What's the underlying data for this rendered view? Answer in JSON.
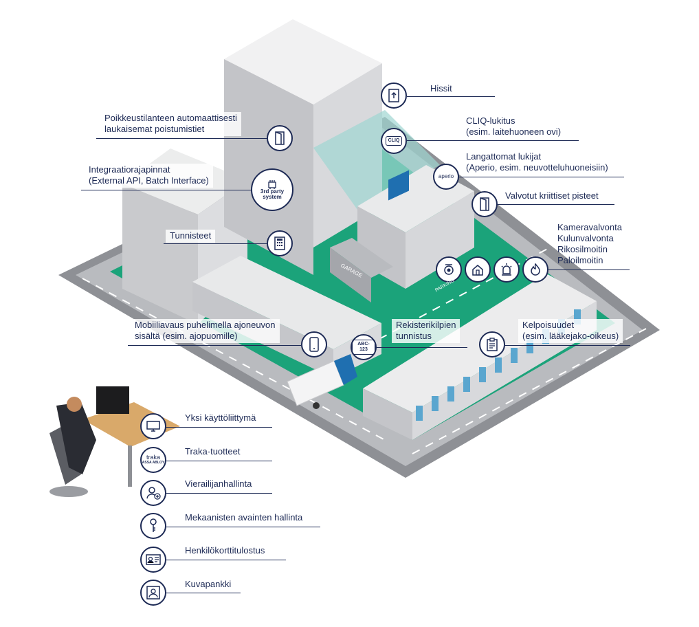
{
  "callouts": {
    "elevators": "Hissit",
    "cliq": [
      "CLIQ-lukitus",
      "(esim. laitehuoneen ovi)"
    ],
    "wireless": [
      "Langattomat lukijat",
      "(Aperio, esim. neuvotteluhuoneisiin)"
    ],
    "critical": "Valvotut kriittiset pisteet",
    "emergency": [
      "Poikkeustilanteen automaattisesti",
      "laukaisemat poistumistiet"
    ],
    "integration": [
      "Integraatiorajapinnat",
      "(External API, Batch Interface)"
    ],
    "credentials": "Tunnisteet",
    "security": [
      "Kameravalvonta",
      "Kulunvalvonta",
      "Rikosilmoitin",
      "Paloilmoitin"
    ],
    "mobile": [
      "Mobiiliavaus puhelimella ajoneuvon",
      "sisältä (esim. ajopuomille)"
    ],
    "lpr": [
      "Rekisterikilpien",
      "tunnistus"
    ],
    "qualifications": [
      "Kelpoisuudet",
      "(esim. lääkejako-oikeus)"
    ]
  },
  "desk_items": [
    {
      "label": "Yksi käyttöliittymä",
      "icon": "monitor-icon"
    },
    {
      "label": "Traka-tuotteet",
      "icon": "traka-logo-icon"
    },
    {
      "label": "Vierailijanhallinta",
      "icon": "visitor-icon"
    },
    {
      "label": "Mekaanisten avainten hallinta",
      "icon": "key-icon"
    },
    {
      "label": "Henkilökorttitulostus",
      "icon": "id-card-icon"
    },
    {
      "label": "Kuvapankki",
      "icon": "photo-bank-icon"
    }
  ],
  "badges": {
    "cliq": "CLIQ",
    "aperio": "aperio",
    "third_party": [
      "3rd party",
      "system"
    ],
    "plate": "ABC-123",
    "traka": [
      "traka",
      "ASSA ABLOY"
    ],
    "garage_sign": "GARAGE",
    "parking": "PARKING"
  },
  "colors": {
    "navy": "#1d2a55",
    "green": "#1ba37a",
    "road": "#8e9095",
    "building": "#d4d5d9",
    "window": "#5aa6cf"
  }
}
